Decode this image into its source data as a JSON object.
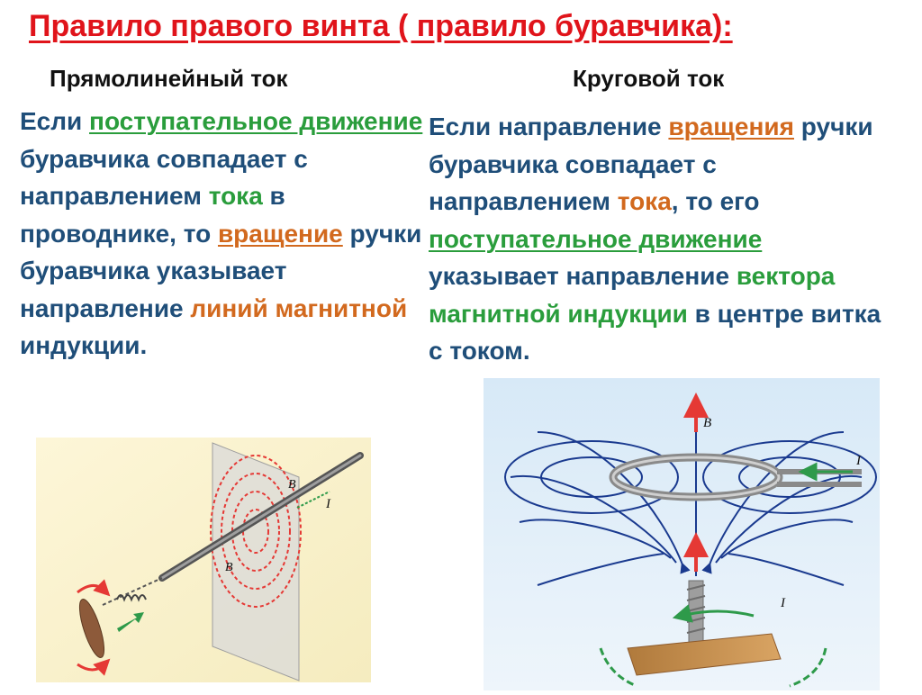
{
  "title": "Правило правого винта ( правило буравчика):",
  "left": {
    "heading": "Прямолинейный ток",
    "p1": "Если ",
    "p2": "поступательное движение",
    "p3": " буравчика совпадает с направлением ",
    "p4": "тока",
    "p5": " в проводнике, то ",
    "p6": "вращение",
    "p7": " ручки буравчика указывает направление ",
    "p8": "линий магнитной",
    "p9": " индукции."
  },
  "right": {
    "heading": "Круговой ток",
    "p1": "Если направление ",
    "p2": "вращения",
    "p3": " ручки буравчика совпадает с направлением ",
    "p4": "тока",
    "p5": ", то его ",
    "p6": "поступательное движение",
    "p7": " указывает направление ",
    "p8": "вектора магнитной индукции",
    "p9": " в центре витка с током."
  },
  "figures": {
    "left_B_top": "B",
    "left_B_bottom": "B",
    "left_I": "I",
    "right_B": "B",
    "right_I_top": "I",
    "right_I_bottom": "I"
  },
  "colors": {
    "title": "#e0141b",
    "body": "#1f4e79",
    "green": "#2a9d3c",
    "orange": "#d2691e",
    "field_lines_red": "#e53935",
    "field_lines_blue": "#1a3a8f"
  }
}
